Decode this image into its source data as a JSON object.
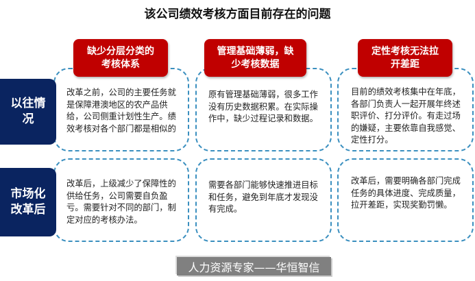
{
  "title": "该公司绩效考核方面目前存在的问题",
  "columns": [
    {
      "header": "缺少分层分类的考核体系"
    },
    {
      "header": "管理基础薄弱，缺少考核数据"
    },
    {
      "header": "定性考核无法拉开差距"
    }
  ],
  "rows": [
    {
      "label": "以往情况",
      "cells": [
        "改革之前，公司的主要任务就是保障港澳地区的农产品供给，公司侧重计划性生产。绩效考核对各个部门都是相似的",
        "原有管理基础薄弱，很多工作没有历史数据积累。在实际操作中，缺少过程记录和数据。",
        "目前的绩效考核集中在年底，各部门负责人一起开展年终述职评价、打分评价。有走过场的嫌疑，主要依靠自我感觉、定性打分。"
      ]
    },
    {
      "label": "市场化改革后",
      "cells": [
        "改革后，上级减少了保障性的供给任务，公司需要自负盈亏。需要针对不同的部门，制定对应的考核办法。",
        "需要各部门能够快速推进目标和任务，避免到年底才发现没有完成。",
        "改革后，需要明确各部门完成任务的具体进度、完成质量，拉开差距，实现奖勤罚懒。"
      ]
    }
  ],
  "footer": "人力资源专家——华恒智信",
  "colors": {
    "header": "#c00000",
    "side": "#0a2460",
    "dash": "#3a8fbf"
  }
}
